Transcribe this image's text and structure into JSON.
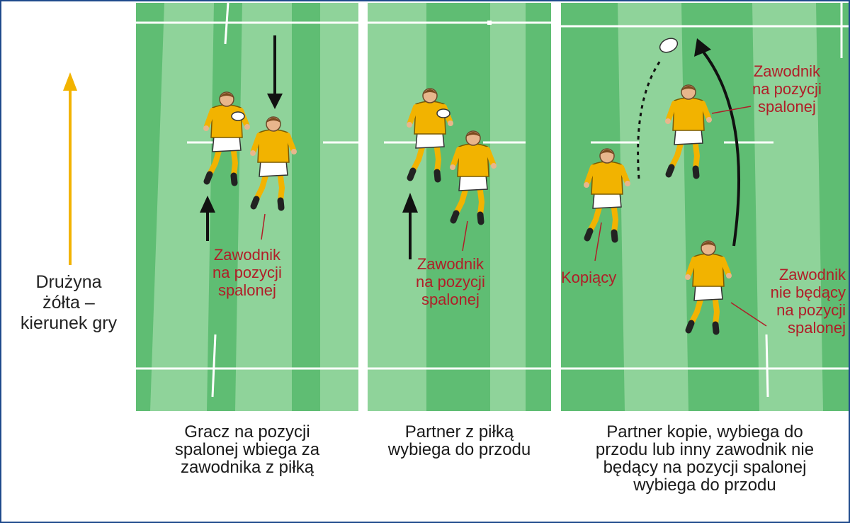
{
  "direction_label": {
    "lines": [
      "Drużyna",
      "żółta –",
      "kierunek gry"
    ],
    "arrow_color": "#f2b300"
  },
  "colors": {
    "pitch_light": "#8fd39a",
    "pitch_dark": "#5fbd73",
    "line": "#ffffff",
    "jersey": "#f2b300",
    "shorts": "#ffffff",
    "label_red": "#b01e28",
    "border": "#1f4a8c"
  },
  "panels": [
    {
      "caption": [
        "Gracz na pozycji",
        "spalonej wbiega za",
        "zawodnika z piłką"
      ],
      "labels": [
        {
          "lines": [
            "Zawodnik",
            "na pozycji",
            "spalonej"
          ]
        }
      ]
    },
    {
      "caption": [
        "Partner z piłką",
        "wybiega do przodu"
      ],
      "labels": [
        {
          "lines": [
            "Zawodnik",
            "na pozycji",
            "spalonej"
          ]
        }
      ]
    },
    {
      "caption": [
        "Partner kopie, wybiega do",
        "przodu lub inny zawodnik nie",
        "będący na pozycji spalonej",
        "wybiega do przodu"
      ],
      "labels": [
        {
          "lines": [
            "Zawodnik",
            "na pozycji",
            "spalonej"
          ]
        },
        {
          "lines": [
            "Kopiący"
          ]
        },
        {
          "lines": [
            "Zawodnik",
            "nie będący",
            "na pozycji",
            "spalonej"
          ]
        }
      ]
    }
  ]
}
